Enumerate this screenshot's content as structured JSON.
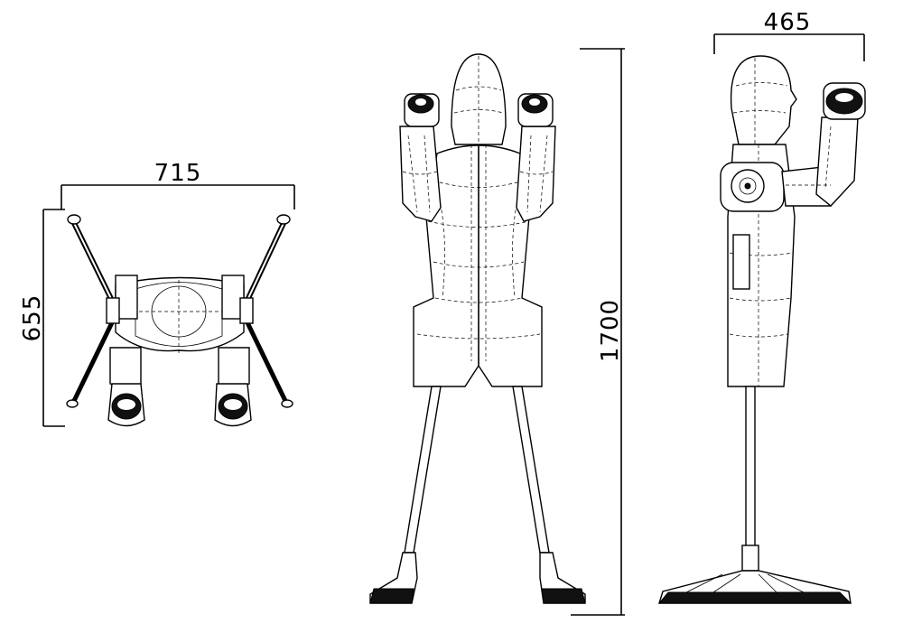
{
  "dimensions": {
    "top_view_width": "715",
    "top_view_depth": "655",
    "front_view_height": "1700",
    "side_view_depth": "465"
  },
  "colors": {
    "line": "#000000",
    "background": "#ffffff"
  }
}
